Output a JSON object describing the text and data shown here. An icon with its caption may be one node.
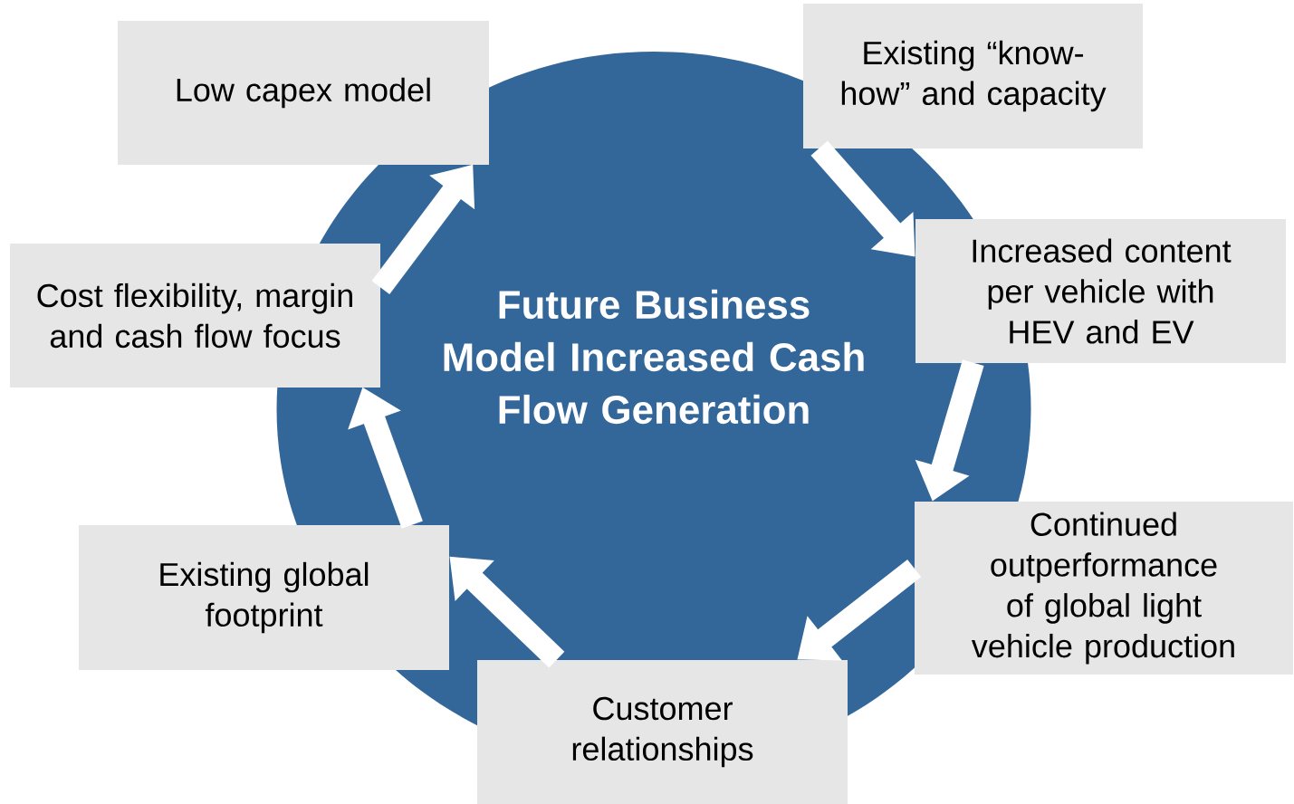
{
  "diagram": {
    "nodes": [
      {
        "text": [
          "Future Business Model Increased Cash Flow Generation"
        ]
      },
      {
        "text": [
          "Low capex model"
        ]
      },
      {
        "text": [
          "Existing “know-how” and capacity"
        ]
      },
      {
        "text": [
          "Increased content per vehicle with HEV and EV"
        ]
      },
      {
        "text": [
          "Continued outperformance of global light vehicle production"
        ]
      },
      {
        "text": [
          "Customer relationships"
        ]
      },
      {
        "text": [
          "Existing global footprint"
        ]
      },
      {
        "text": [
          "Cost flexibility, margin and cash flow focus"
        ]
      }
    ],
    "edges": [
      {
        "from": 2,
        "to": 3,
        "arrow": "to"
      },
      {
        "from": 3,
        "to": 4,
        "arrow": "to"
      },
      {
        "from": 4,
        "to": 5,
        "arrow": "to"
      },
      {
        "from": 5,
        "to": 6,
        "arrow": "to"
      },
      {
        "from": 6,
        "to": 7,
        "arrow": "to"
      },
      {
        "from": 7,
        "to": 1,
        "arrow": "to"
      }
    ]
  }
}
